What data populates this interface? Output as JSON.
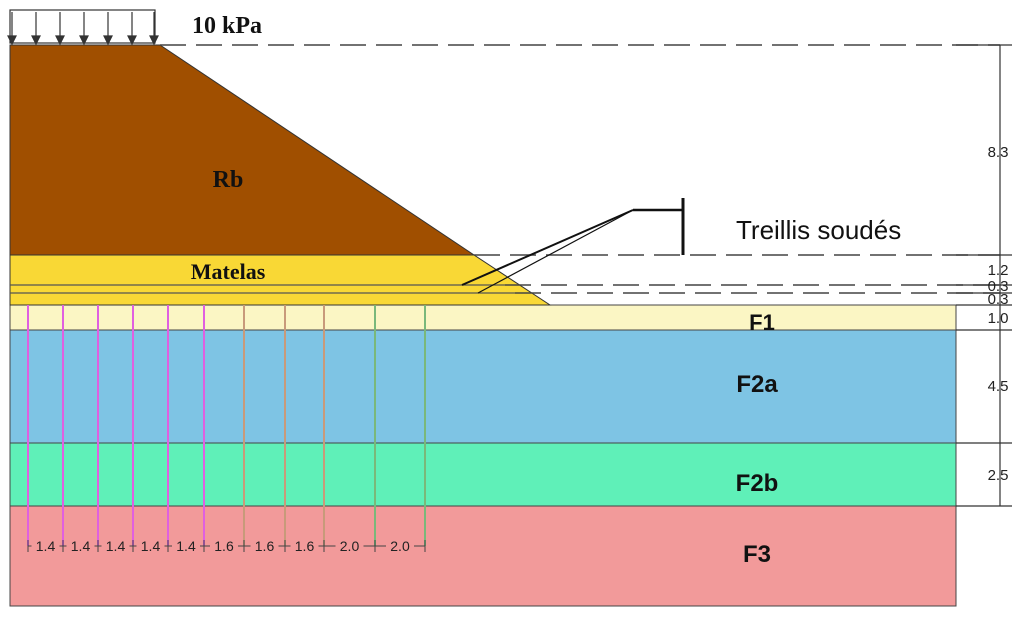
{
  "load": {
    "label": "10 kPa"
  },
  "layers": {
    "rb": {
      "label": "Rb",
      "color": "#a04f00"
    },
    "matelas": {
      "label": "Matelas",
      "color": "#f9d835"
    },
    "f1": {
      "label": "F1",
      "color": "#fbf6c4"
    },
    "f2a": {
      "label": "F2a",
      "color": "#7ec4e4"
    },
    "f2b": {
      "label": "F2b",
      "color": "#5ff0b8"
    },
    "f3": {
      "label": "F3",
      "color": "#f29a9a"
    }
  },
  "geogrid": {
    "label": "Treillis soudés"
  },
  "thicknesses": [
    "8.3",
    "1.2",
    "0.3",
    "0.3",
    "1.0",
    "4.5",
    "2.5"
  ],
  "pile_spacings": [
    "1.4",
    "1.4",
    "1.4",
    "1.4",
    "1.4",
    "1.6",
    "1.6",
    "1.6",
    "2.0",
    "2.0"
  ],
  "pile_colors": {
    "magenta": "#e060e0",
    "tan": "#c89a7a",
    "green": "#7ab87a"
  }
}
